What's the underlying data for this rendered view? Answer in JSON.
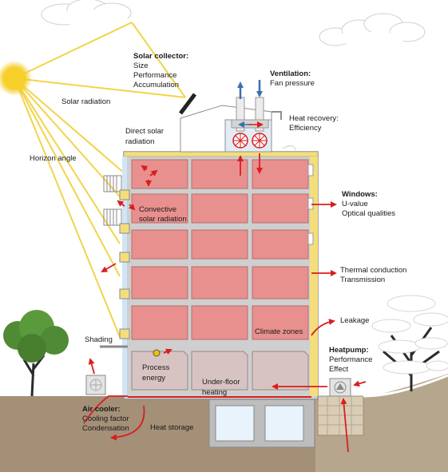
{
  "labels": {
    "solar_collector": {
      "title": "Solar collector:",
      "lines": [
        "Size",
        "Performance",
        "Accumulation"
      ]
    },
    "ventilation": {
      "title": "Ventilation:",
      "lines": [
        "Fan pressure"
      ]
    },
    "solar_radiation": "Solar radiation",
    "heat_recovery": {
      "title": "Heat recovery:",
      "lines": [
        "Efficiency"
      ]
    },
    "direct_solar": [
      "Direct solar",
      "radiation"
    ],
    "horizon_angle": "Horizon angle",
    "windows": {
      "title": "Windows:",
      "lines": [
        "U-value",
        "Optical qualities"
      ]
    },
    "convective": [
      "Convective",
      "solar radiation"
    ],
    "thermal_conduction": [
      "Thermal conduction",
      "Transmission"
    ],
    "leakage": "Leakage",
    "climate_zones": "Climate zones",
    "shading": "Shading",
    "heatpump": {
      "title": "Heatpump:",
      "lines": [
        "Performance",
        "Effect"
      ]
    },
    "process_energy": [
      "Process",
      "energy"
    ],
    "underfloor": [
      "Under-floor",
      "heating"
    ],
    "air_cooler": {
      "title": "Air cooler:",
      "lines": [
        "Cooling factor",
        "Condensation"
      ]
    },
    "heat_storage": "Heat storage"
  },
  "colors": {
    "sun": "#f5c518",
    "ray": "#f2d44a",
    "room": "#e8908e",
    "wall": "#c9c9c9",
    "wall_dark": "#9a9a9a",
    "ground": "#9e8a73",
    "arrow_red": "#d81e1e",
    "arrow_blue": "#3a6fb0",
    "insulation": "#f4de7c",
    "tree_green": "#4f8a34"
  }
}
